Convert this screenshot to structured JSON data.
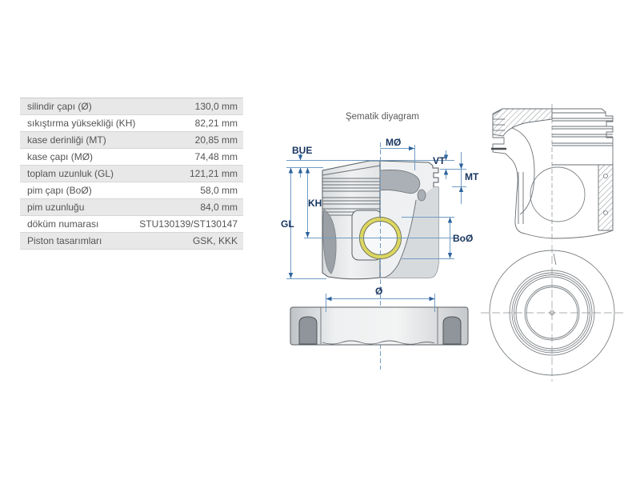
{
  "page": {
    "background": "#ffffff"
  },
  "spec_table": {
    "rows": [
      {
        "label": "silindir çapı (Ø)",
        "value": "130,0 mm"
      },
      {
        "label": "sıkıştırma yüksekliği (KH)",
        "value": "82,21 mm"
      },
      {
        "label": "kase derinliği (MT)",
        "value": "20,85 mm"
      },
      {
        "label": "kase çapı (MØ)",
        "value": "74,48 mm"
      },
      {
        "label": "toplam uzunluk (GL)",
        "value": "121,21 mm"
      },
      {
        "label": "pim çapı (BoØ)",
        "value": "58,0 mm"
      },
      {
        "label": "pim uzunluğu",
        "value": "84,0 mm"
      },
      {
        "label": "döküm numarası",
        "value": "STU130139/ST130147"
      },
      {
        "label": "Piston tasarımları",
        "value": "GSK, KKK"
      }
    ]
  },
  "diagram": {
    "title": "Şematik diyagram",
    "labels": {
      "bue": "BUE",
      "mo": "MØ",
      "vt": "VT",
      "mt": "MT",
      "kh": "KH",
      "gl": "GL",
      "bo": "BoØ",
      "diameter": "Ø"
    },
    "colors": {
      "dimension_line": "#6f9cc4",
      "dimension_label": "#17355f",
      "pin_ring_yellow": "#dcd75f",
      "piston_fill": "#e9ebed",
      "line_art": "#6a6f74"
    }
  }
}
